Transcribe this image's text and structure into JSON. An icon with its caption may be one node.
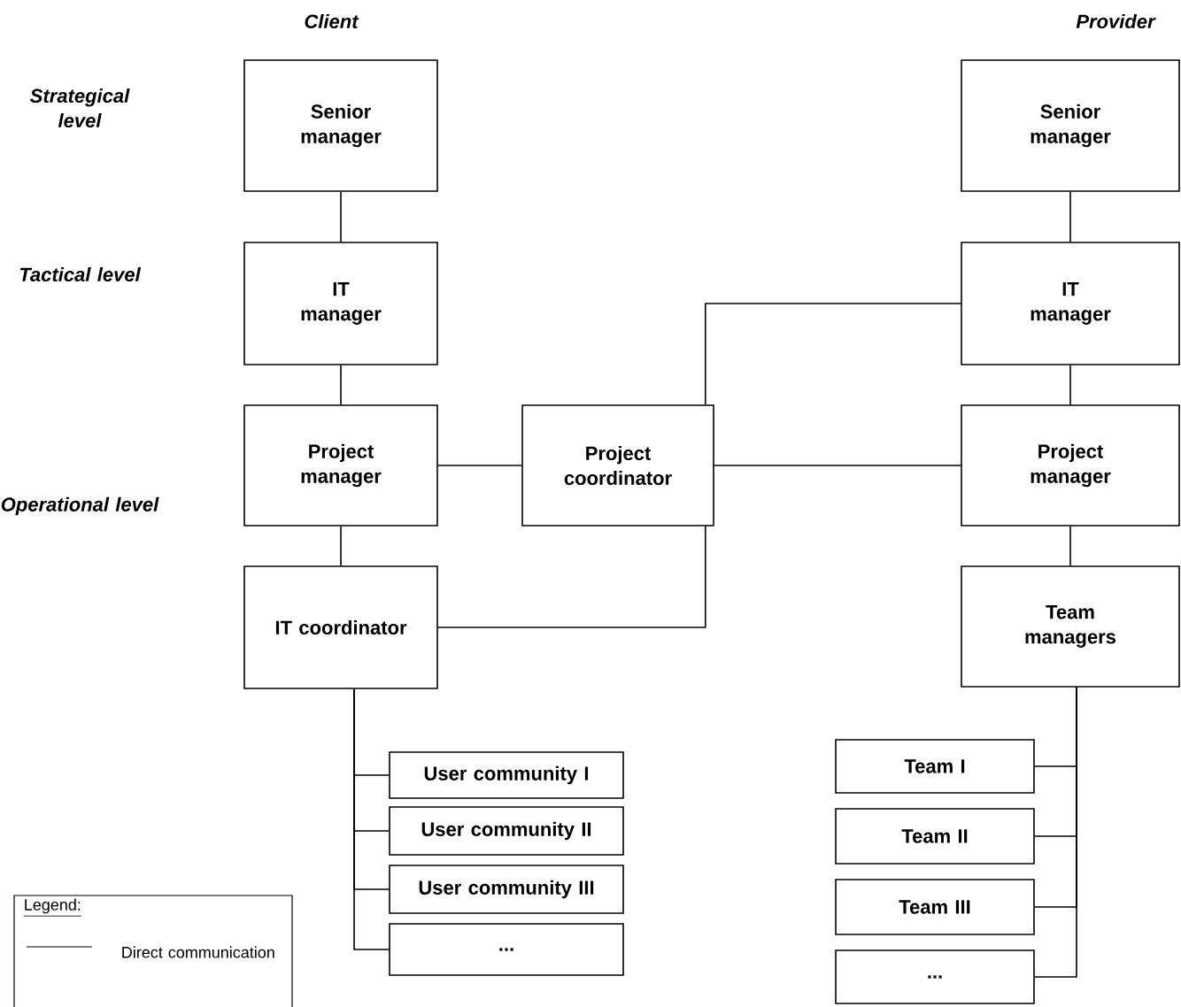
{
  "diagram": {
    "nodes": [
      {
        "text": [
          "Senior manager"
        ]
      },
      {
        "text": [
          "Senior manager"
        ]
      },
      {
        "text": [
          "IT manager"
        ]
      },
      {
        "text": [
          "IT manager"
        ]
      },
      {
        "text": [
          "Project manager"
        ]
      },
      {
        "text": [
          "Project coordinator"
        ]
      },
      {
        "text": [
          "Project manager"
        ]
      },
      {
        "text": [
          "IT coordinator"
        ]
      },
      {
        "text": [
          "Team managers"
        ]
      },
      {
        "text": [
          "User community I"
        ]
      },
      {
        "text": [
          "Team I"
        ]
      },
      {
        "text": [
          "User community II"
        ]
      },
      {
        "text": [
          "Team II"
        ]
      },
      {
        "text": [
          "User community III"
        ]
      },
      {
        "text": [
          "Team III"
        ]
      },
      {
        "text": [
          "..."
        ]
      },
      {
        "text": [
          "..."
        ]
      }
    ],
    "edges": [
      {
        "from": 0,
        "to": 2,
        "arrow": "none"
      },
      {
        "from": 2,
        "to": 4,
        "arrow": "none"
      },
      {
        "from": 4,
        "to": 7,
        "arrow": "none"
      },
      {
        "from": 4,
        "to": 5,
        "arrow": "none"
      },
      {
        "from": 5,
        "to": 6,
        "arrow": "none"
      },
      {
        "from": 5,
        "to": 3,
        "arrow": "none"
      },
      {
        "from": 5,
        "to": 7,
        "arrow": "none"
      },
      {
        "from": 1,
        "to": 3,
        "arrow": "none"
      },
      {
        "from": 3,
        "to": 6,
        "arrow": "none"
      },
      {
        "from": 6,
        "to": 8,
        "arrow": "none"
      },
      {
        "from": 7,
        "to": 9,
        "arrow": "none"
      },
      {
        "from": 7,
        "to": 11,
        "arrow": "none"
      },
      {
        "from": 7,
        "to": 13,
        "arrow": "none"
      },
      {
        "from": 7,
        "to": 15,
        "arrow": "none"
      },
      {
        "from": 8,
        "to": 10,
        "arrow": "none"
      },
      {
        "from": 8,
        "to": 12,
        "arrow": "none"
      },
      {
        "from": 8,
        "to": 14,
        "arrow": "none"
      },
      {
        "from": 8,
        "to": 16,
        "arrow": "none"
      }
    ],
    "labels": [
      "Client",
      "Provider",
      "Strategical level",
      "Tactical level",
      "Operational level",
      "Legend:"
    ],
    "legend": [
      {
        "text": "Direct communication"
      }
    ]
  }
}
